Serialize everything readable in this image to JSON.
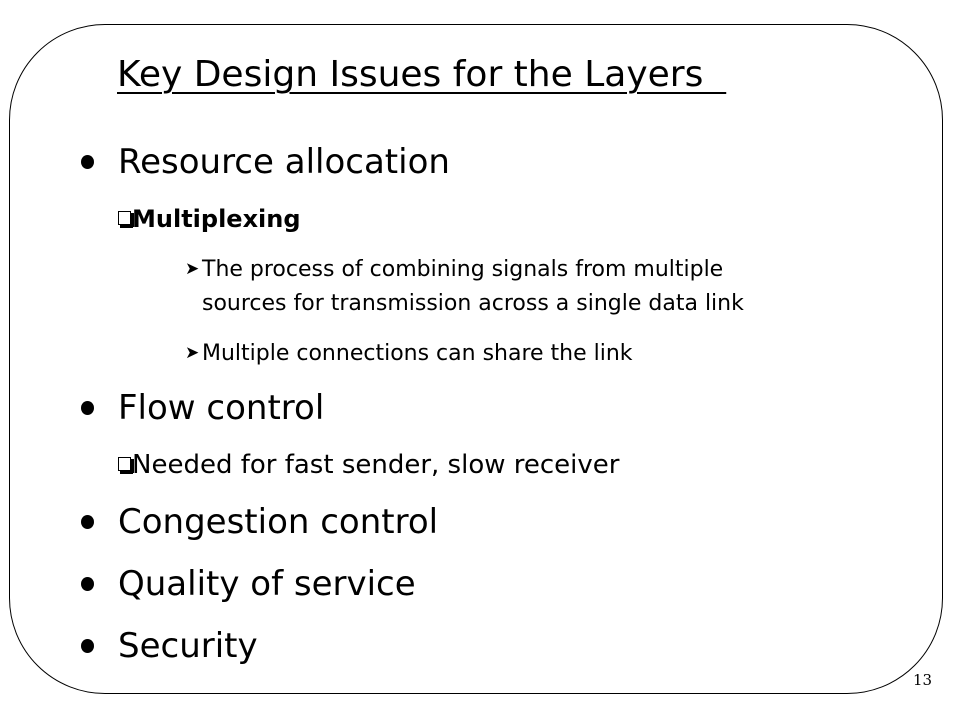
{
  "slide": {
    "title": "Key Design Issues for the Layers  ",
    "page_number": "13",
    "items": [
      {
        "text": "Resource allocation",
        "sub": [
          {
            "text": "Multiplexing",
            "sub": [
              "The process of combining signals from multiple",
              "sources for transmission across a single data link",
              "Multiple connections can share the link"
            ]
          }
        ]
      },
      {
        "text": "Flow control",
        "sub": [
          {
            "text": "Needed for fast sender, slow receiver"
          }
        ]
      },
      {
        "text": "Congestion control"
      },
      {
        "text": "Quality of service"
      },
      {
        "text": "Security"
      }
    ]
  }
}
